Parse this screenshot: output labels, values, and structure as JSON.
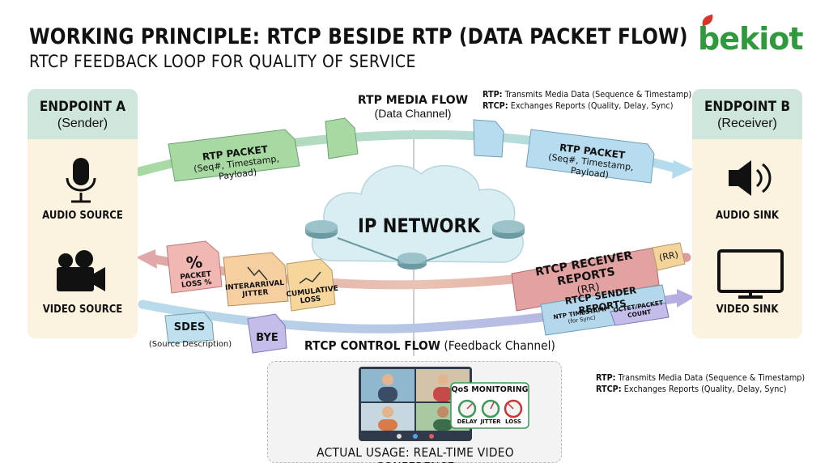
{
  "header": {
    "title": "WORKING PRINCIPLE: RTCP BESIDE RTP (DATA PACKET FLOW)",
    "subtitle": "RTCP FEEDBACK LOOP FOR QUALITY OF SERVICE",
    "logo_text": "bekiot"
  },
  "endpoint_a": {
    "name": "ENDPOINT A",
    "role": "(Sender)",
    "audio_label": "AUDIO SOURCE",
    "video_label": "VIDEO SOURCE"
  },
  "endpoint_b": {
    "name": "ENDPOINT B",
    "role": "(Receiver)",
    "audio_label": "AUDIO SINK",
    "video_label": "VIDEO SINK"
  },
  "rtp_flow": {
    "title": "RTP MEDIA FLOW",
    "subtitle": "(Data Channel)",
    "packet_left_title": "RTP PACKET",
    "packet_left_sub": "(Seq#, Timestamp, Payload)",
    "packet_right_title": "RTP PACKET",
    "packet_right_sub": "(Seq#, Timestamp, Payload)"
  },
  "legend_top": {
    "rtp_key": "RTP:",
    "rtp_text": "Transmits Media Data (Sequence & Timestamp)",
    "rtcp_key": "RTCP:",
    "rtcp_text": "Exchanges Reports (Quality, Delay, Sync)"
  },
  "legend_bottom": {
    "rtp_key": "RTP:",
    "rtp_text": "Transmits Media Data (Sequence & Timestamp)",
    "rtcp_key": "RTCP:",
    "rtcp_text": "Exchanges Reports (Quality, Delay, Sync)"
  },
  "network": {
    "label": "IP NETWORK"
  },
  "rtcp_flow": {
    "title": "RTCP CONTROL FLOW",
    "subtitle": "(Feedback Channel)",
    "receiver_reports": "RTCP RECEIVER REPORTS",
    "receiver_reports_sub": "(RR)",
    "receiver_reports_tag": "(RR)",
    "sender_reports": "RTCP SENDER REPORTS",
    "ntp_title": "NTP TIMESTAMP",
    "ntp_sub": "(for Sync)",
    "octet_title": "OCTET/PACKET",
    "octet_sub": "COUNT",
    "packet_loss_symbol": "%",
    "packet_loss_1": "PACKET",
    "packet_loss_2": "LOSS %",
    "jitter_1": "INTERARRIVAL",
    "jitter_2": "JITTER",
    "cumulative_1": "CUMULATIVE",
    "cumulative_2": "LOSS",
    "sdes": "SDES",
    "sdes_sub": "(Source Description)",
    "bye": "BYE"
  },
  "conference": {
    "label": "ACTUAL USAGE: REAL-TIME VIDEO CONFERENCE",
    "qos_title": "QoS MONITORING",
    "gauge_delay": "DELAY",
    "gauge_jitter": "JITTER",
    "gauge_loss": "LOSS"
  },
  "colors": {
    "rtp_green": "#9fd3a6",
    "rtp_blue": "#a9d7ea",
    "rtcp_red": "#d98a8a",
    "rtcp_purple": "#b7b2e0",
    "endpoint_fill": "#fbf3df",
    "endpoint_head": "#cfe6dc"
  }
}
